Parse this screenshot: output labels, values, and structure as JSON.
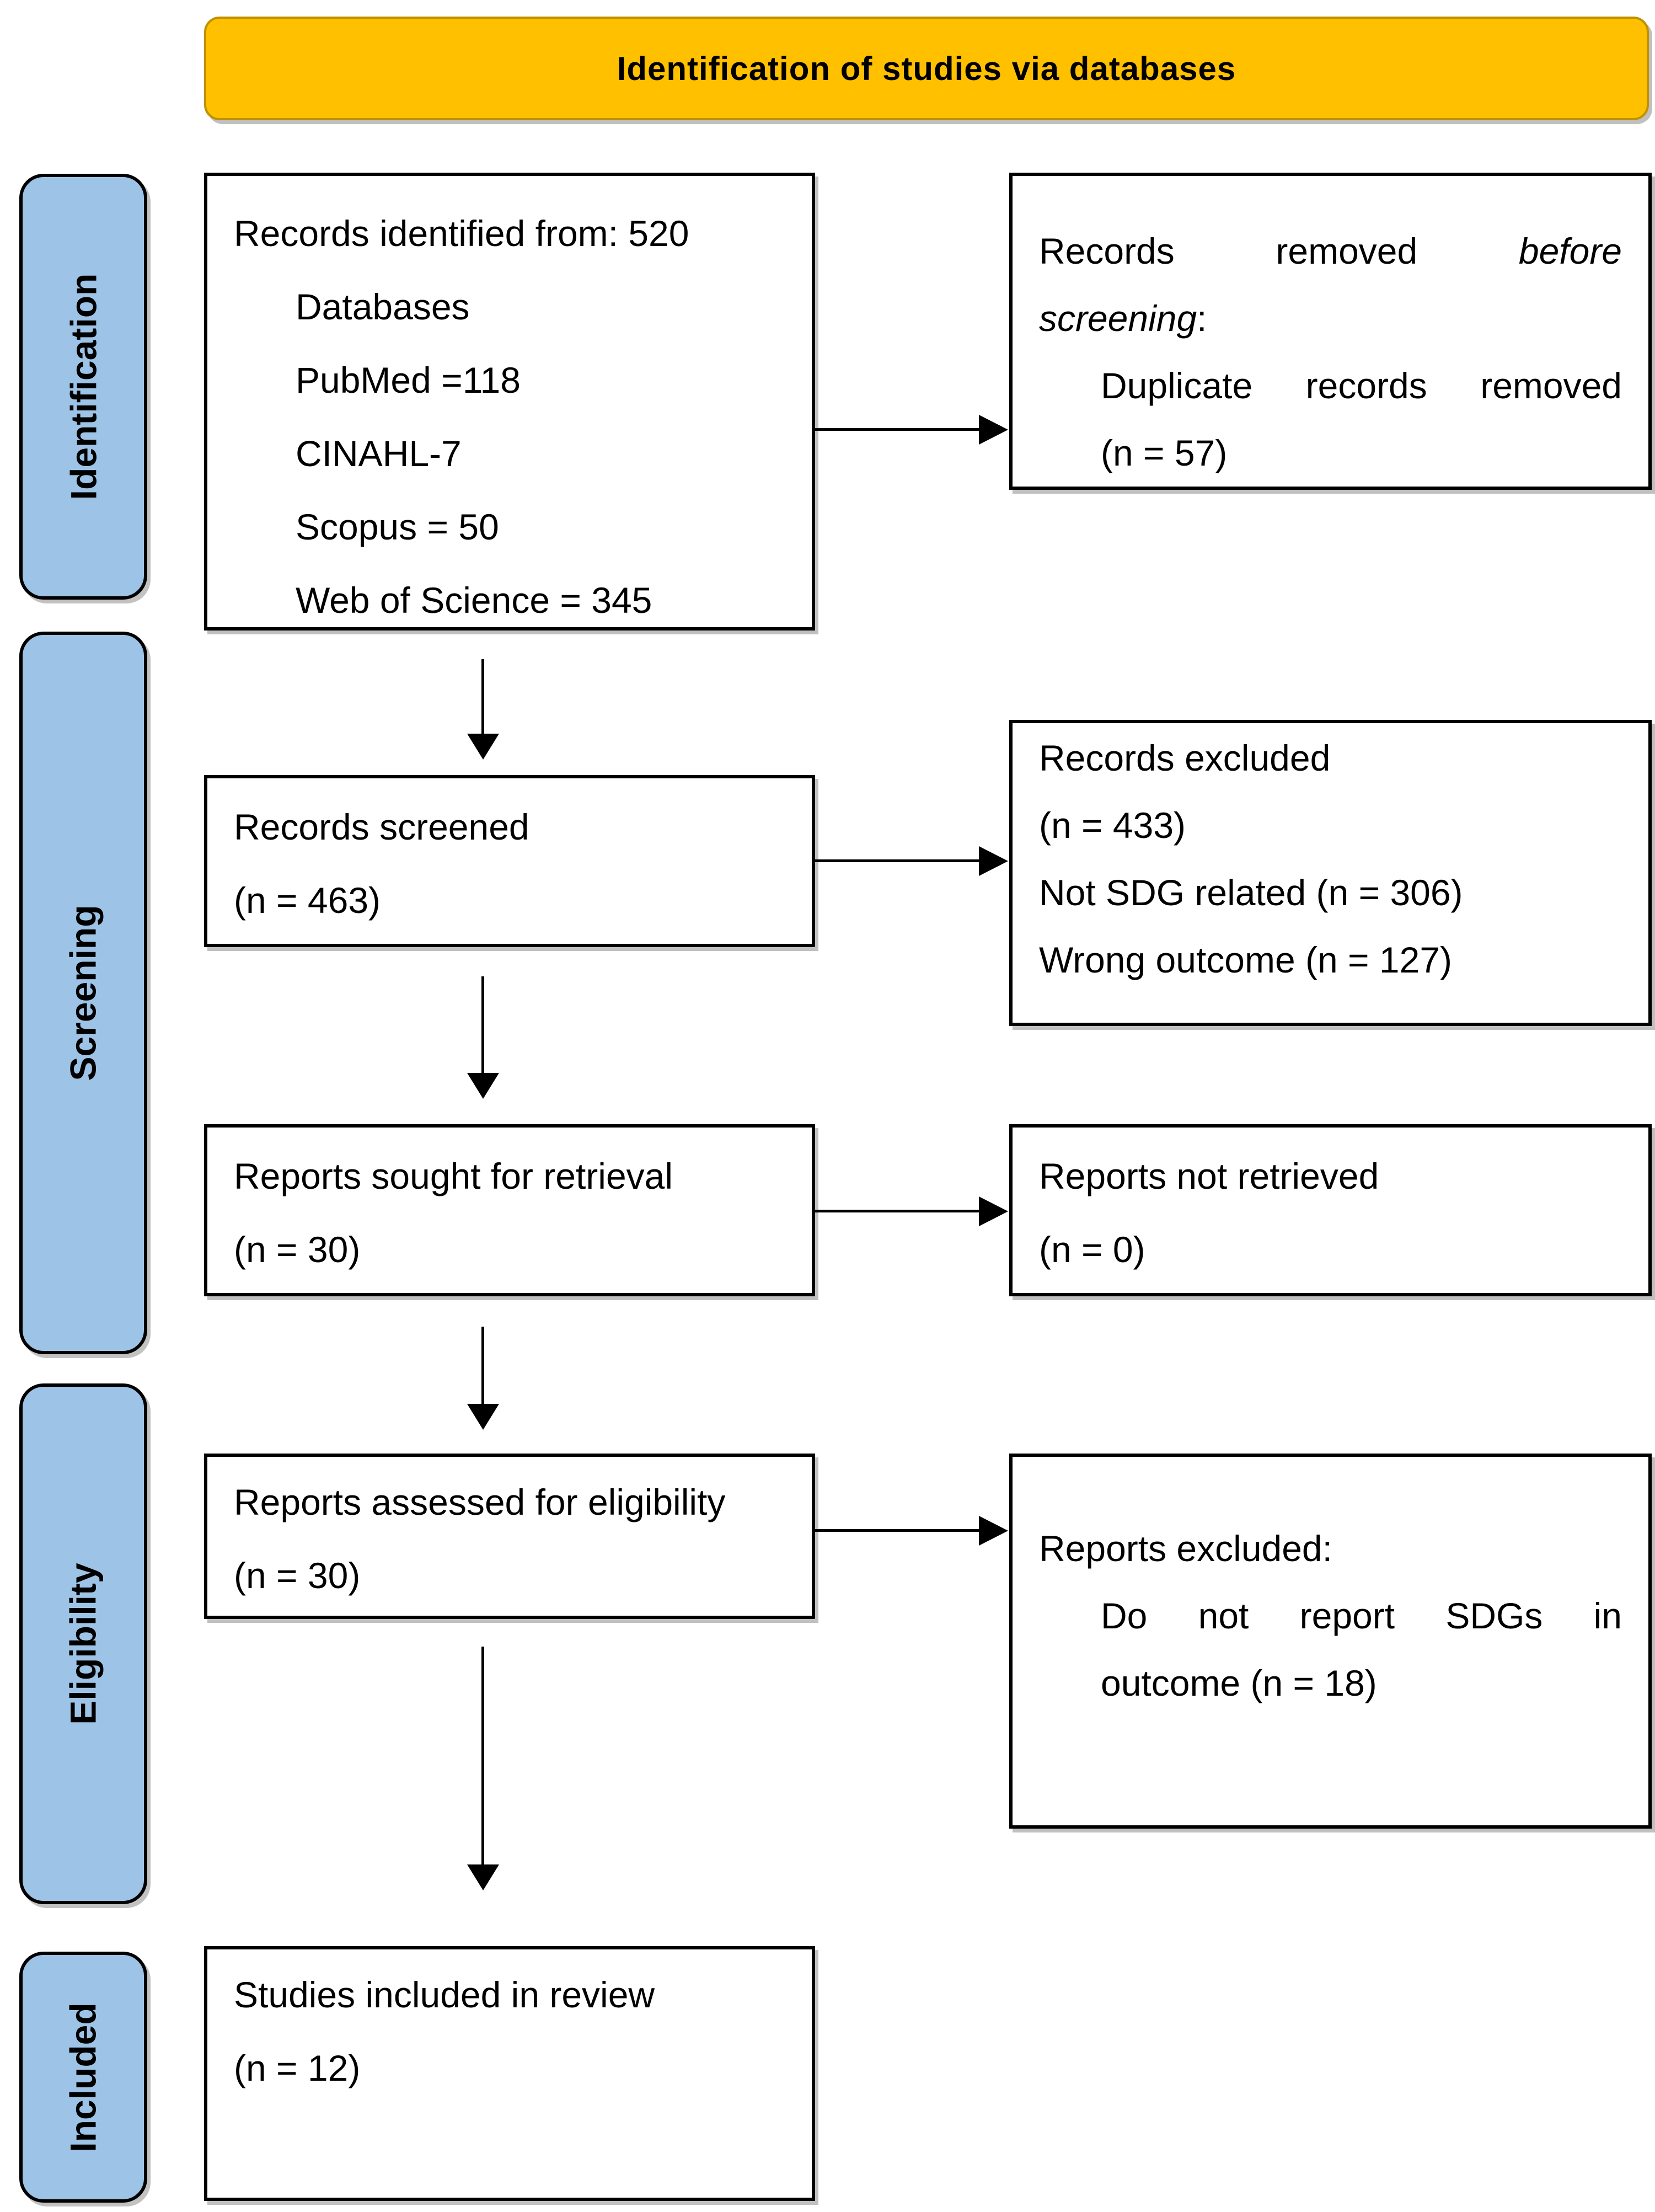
{
  "title": {
    "text": "Identification of studies via databases"
  },
  "colors": {
    "banner_fill": "#FFC000",
    "banner_border": "#BF9000",
    "stage_fill": "#9DC3E6",
    "box_border": "#000000",
    "arrow": "#000000"
  },
  "stages": [
    {
      "label": "Identification"
    },
    {
      "label": "Screening"
    },
    {
      "label": "Eligibility"
    },
    {
      "label": "Included"
    }
  ],
  "boxes": {
    "identified": {
      "heading": "Records identified from: 520",
      "items": [
        "Databases",
        "PubMed =118",
        "CINAHL-7",
        "Scopus = 50",
        "Web of Science = 345"
      ]
    },
    "removed": {
      "line1_text": "Records removed",
      "line1_italic": "before",
      "line2_italic": "screening",
      "line2_punct": ":",
      "line3": "Duplicate records removed",
      "line4": "(n = 57)"
    },
    "screened": {
      "line1": "Records screened",
      "line2": "(n = 463)"
    },
    "records_excluded": {
      "lines": [
        "Records excluded",
        "(n = 433)",
        "Not SDG related (n = 306)",
        "Wrong outcome (n = 127)"
      ]
    },
    "sought": {
      "line1": "Reports sought for retrieval",
      "line2": "(n = 30)"
    },
    "not_retrieved": {
      "line1": "Reports not retrieved",
      "line2": "(n = 0)"
    },
    "assessed": {
      "line1": "Reports assessed for eligibility",
      "line2": "(n = 30)"
    },
    "reports_excluded": {
      "line1": "Reports excluded:",
      "line2": "Do not report SDGs in",
      "line3": "outcome (n = 18)"
    },
    "included": {
      "line1": "Studies included in review",
      "line2": "(n = 12)"
    }
  }
}
